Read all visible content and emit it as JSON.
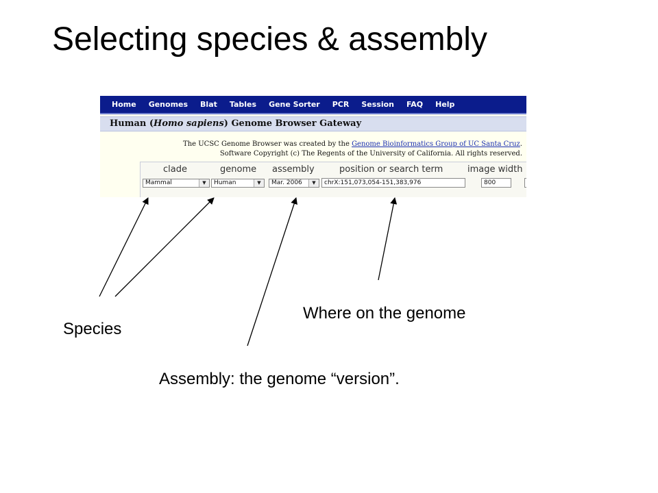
{
  "slide": {
    "title": "Selecting species & assembly"
  },
  "browser": {
    "menu": [
      "Home",
      "Genomes",
      "Blat",
      "Tables",
      "Gene Sorter",
      "PCR",
      "Session",
      "FAQ",
      "Help"
    ],
    "gateway_title_prefix": "Human (",
    "gateway_title_species": "Homo sapiens",
    "gateway_title_suffix": ") Genome Browser Gateway",
    "info_line1_prefix": "The UCSC Genome Browser was created by the ",
    "info_line1_link": "Genome Bioinformatics Group of UC Santa Cruz",
    "info_line1_suffix": ".",
    "info_line2": "Software Copyright (c) The Regents of the University of California. All rights reserved.",
    "columns": {
      "clade": "clade",
      "genome": "genome",
      "assembly": "assembly",
      "position": "position or search term",
      "image_width": "image width"
    },
    "fields": {
      "clade": "Mammal",
      "genome": "Human",
      "assembly": "Mar. 2006",
      "position": "chrX:151,073,054-151,383,976",
      "image_width": "800"
    },
    "dropdown_arrow": "▼"
  },
  "annotations": {
    "species": "Species",
    "where": "Where on the genome",
    "assembly": "Assembly: the genome “version”."
  }
}
